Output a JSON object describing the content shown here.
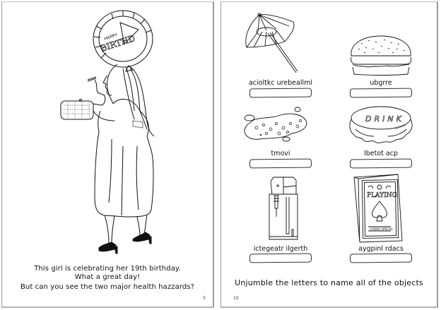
{
  "left_page": {
    "illustration": "girl-with-birthday-balloon-smoking",
    "balloon_text": [
      "HAPPY",
      "BIRTHD"
    ],
    "caption_lines": [
      "This girl is celebrating her 19th birthday.",
      "What a great day!",
      "But can you see the two major health hazzards?"
    ],
    "page_number": "5"
  },
  "right_page": {
    "items": [
      {
        "icon": "cocktail-umbrella-icon",
        "scrambled": "acioltkc urebeallml",
        "answer": ""
      },
      {
        "icon": "burger-icon",
        "scrambled": "ubgrre",
        "answer": ""
      },
      {
        "icon": "vomit-icon",
        "scrambled": "tmovi",
        "answer": ""
      },
      {
        "icon": "bottle-cap-icon",
        "scrambled": "lbetot acp",
        "cap_text": "DRINK",
        "answer": ""
      },
      {
        "icon": "cigarette-lighter-icon",
        "scrambled": "ictegeatr ilgerth",
        "answer": ""
      },
      {
        "icon": "playing-cards-icon",
        "scrambled": "aygpinl rdacs",
        "card_text": "PLAYING",
        "answer": ""
      }
    ],
    "instructions": "Unjumble the letters to name all of the objects",
    "page_number": "10"
  },
  "colors": {
    "ink": "#111111",
    "page_border": "#9a9a9a",
    "background": "#ffffff"
  }
}
